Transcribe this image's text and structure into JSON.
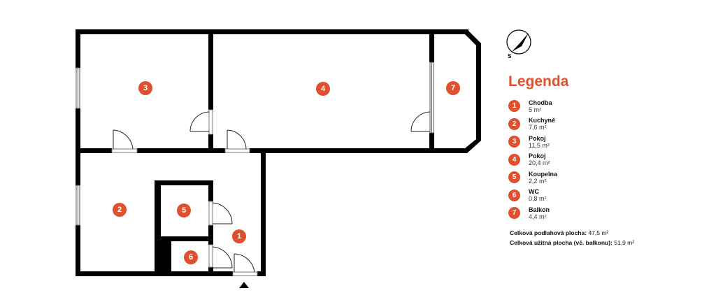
{
  "compass": {
    "label": "S"
  },
  "legend": {
    "title": "Legenda",
    "accent_color": "#e0502e",
    "rooms": [
      {
        "number": "1",
        "name": "Chodba",
        "area": "5 m²"
      },
      {
        "number": "2",
        "name": "Kuchyně",
        "area": "7,6 m²"
      },
      {
        "number": "3",
        "name": "Pokoj",
        "area": "11,5 m²"
      },
      {
        "number": "4",
        "name": "Pokoj",
        "area": "20,4 m²"
      },
      {
        "number": "5",
        "name": "Koupelna",
        "area": "2,2 m²"
      },
      {
        "number": "6",
        "name": "WC",
        "area": "0,8 m²"
      },
      {
        "number": "7",
        "name": "Balkon",
        "area": "4,4 m²"
      }
    ]
  },
  "totals": {
    "floor_label": "Celková podlahová plocha:",
    "floor_value": "47,5 m²",
    "usable_label": "Celková užitná plocha (vč. balkonu):",
    "usable_value": "51,9 m²"
  }
}
